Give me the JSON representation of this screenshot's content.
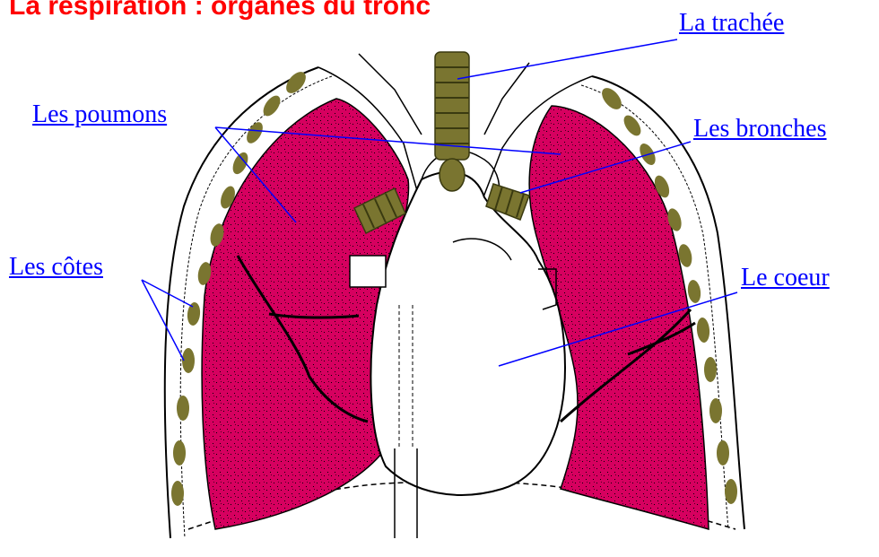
{
  "title": "La respiration : organes du tronc",
  "labels": {
    "trachee": "La trachée",
    "poumons": "Les poumons",
    "bronches": "Les bronches",
    "cotes": "Les côtes",
    "coeur": "Le coeur"
  },
  "colors": {
    "title": "#ff0000",
    "label": "#0000ff",
    "lung": "#d6005f",
    "rib": "#7a7530",
    "outline": "#000000"
  }
}
